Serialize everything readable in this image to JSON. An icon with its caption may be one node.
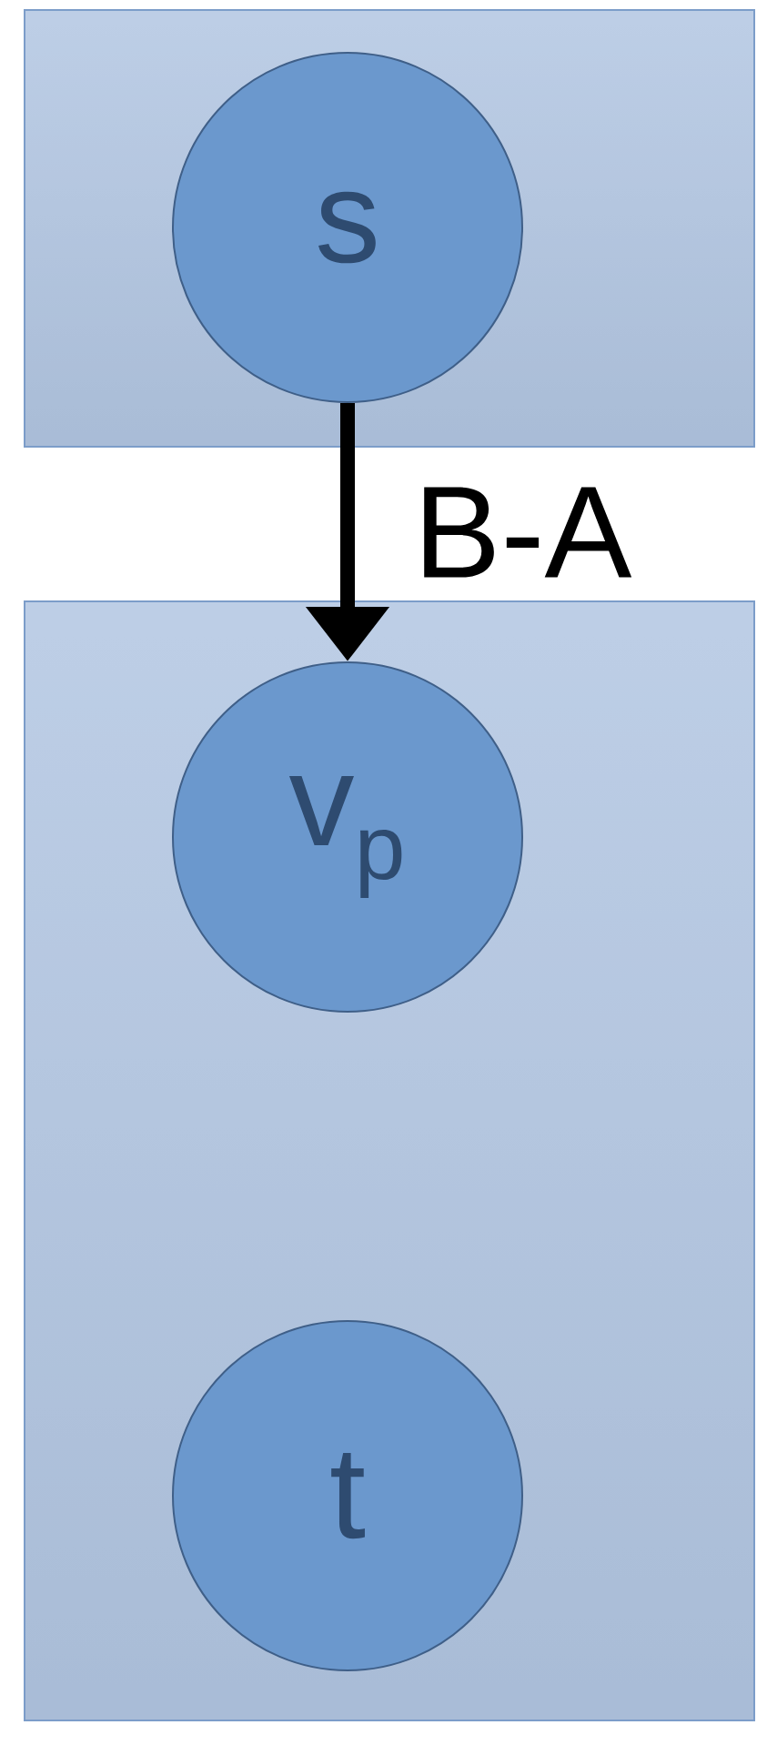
{
  "diagram": {
    "nodes": [
      {
        "text": [],
        "shape": "box"
      },
      {
        "text": [
          "s"
        ],
        "in": 0
      },
      {
        "text": [],
        "shape": "box"
      },
      {
        "text": [
          "v$_{p}$"
        ],
        "in": 2
      },
      {
        "text": [
          "t"
        ],
        "in": 2
      }
    ],
    "edges": [
      {
        "from": 1,
        "to": 3,
        "arrow": "to",
        "label": "B-A"
      }
    ]
  }
}
